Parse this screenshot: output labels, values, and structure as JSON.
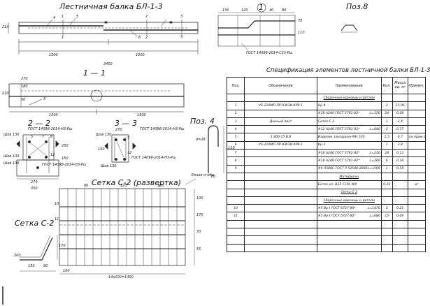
{
  "titles": {
    "beam": "Лестничная балка БЛ-1-3",
    "section_1_1": "1 — 1",
    "section_2_2": "2 — 2",
    "section_3_3": "3 — 3",
    "pos4": "Поз. 4",
    "pos8": "Поз.8",
    "callout_1": "1",
    "mesh_unfolded": "Сетка С-2 (развертка)",
    "mesh_c2": "Сетка С-2",
    "spec": "Спецификация элементов лестничной балки БЛ-1-3"
  },
  "beam_dims": {
    "left_span": "1500",
    "right_span": "1500",
    "total": "3400",
    "height": "210",
    "label_a": "1",
    "label_b": "1",
    "label_c": "2",
    "label_d": "2",
    "label_e": "3",
    "label_f": "3",
    "label_g": "4",
    "label_h": "5",
    "label_i": "6"
  },
  "section_1_1_dims": {
    "left": "1500",
    "right": "1500",
    "width": "270",
    "height": "210",
    "d1": "180",
    "d2": "50",
    "ref5": "5"
  },
  "callout_dims": {
    "d1": "130",
    "d2": "120",
    "d3": "40",
    "d4": "80",
    "d5": "70",
    "d6": "110",
    "gost": "ГОСТ 14098-2014-С23-Рш"
  },
  "section_2_2_dims": {
    "gost_top": "ГОСТ 14098-2014-Н3-Рш",
    "gost_bottom": "ГОСТ 14098-2014-Н3-Рш",
    "w1": "270",
    "w2": "350",
    "h1": "250",
    "h2": "150",
    "shov1": "Шов 130",
    "shov2": "Шов 130",
    "shov3": "Шов 130",
    "n5": "5",
    "n7": "7",
    "n8": "8",
    "n12": "12"
  },
  "section_3_3_dims": {
    "gost_top": "ГОСТ 14098-2014-Н3-Рш",
    "gost_bottom": "ГОСТ 14098-2014-Н3-Рш",
    "shov1": "Шов 130",
    "shov2": "Шов 130",
    "w1": "270",
    "h1": "150",
    "n7": "7",
    "n12": "12"
  },
  "pos4_dims": {
    "d": "d=28",
    "h": "1110",
    "w": "80"
  },
  "mesh_dims": {
    "total": "14х100=1400",
    "step": "100",
    "top1": "80",
    "top2": "120",
    "top3": "180",
    "right1": "100",
    "right2": "170",
    "right3": "70",
    "right4": "55",
    "note": "Линия сгиба",
    "n10": "10",
    "n11": "11"
  },
  "mesh_c2_dims": {
    "d1": "200",
    "d2": "150",
    "d3": "170",
    "d4": "90"
  },
  "spec": {
    "headers": [
      "Поз.",
      "Обозначение",
      "Наименование",
      "Кол.",
      "Масса ед. кг",
      "Примеч."
    ],
    "rows": [
      {
        "type": "section",
        "text": "Сборочные единицы и детали"
      },
      {
        "pos": "1",
        "oboz": "VS-210МП-ПР-КЖ3И-КР8-1",
        "naim": "Кр-4",
        "naim2": "",
        "kol": "2",
        "mass": "15,96",
        "prim": ""
      },
      {
        "pos": "2",
        "oboz": "",
        "naim": "#18 А240 ГОСТ 5781-82*",
        "naim2": "L=150",
        "kol": "24",
        "mass": "0,08",
        "prim": ""
      },
      {
        "pos": "3",
        "oboz": "Данный лист",
        "naim": "Сетка С-2",
        "naim2": "",
        "kol": "1",
        "mass": "2,4",
        "prim": ""
      },
      {
        "pos": "4",
        "oboz": "",
        "naim": "#12 А240 ГОСТ 5781-82*",
        "naim2": "L=840",
        "kol": "2",
        "mass": "0,77",
        "prim": ""
      },
      {
        "pos": "5",
        "oboz": "1.400-15 В.8",
        "naim": "Изделие закладное МН 530",
        "naim2": "",
        "kol": "1,5",
        "mass": "0,7",
        "prim": "см.прим.3"
      },
      {
        "pos": "6",
        "oboz": "VS-210МП-ПР-КЖ3И-КР8-1",
        "naim": "Кр-3",
        "naim2": "",
        "kol": "1",
        "mass": "3,8",
        "prim": ""
      },
      {
        "pos": "7",
        "oboz": "",
        "naim": "#18 А240 ГОСТ 5781-82*",
        "naim2": "L=210",
        "kol": "24",
        "mass": "0,13",
        "prim": ""
      },
      {
        "pos": "8",
        "oboz": "",
        "naim": "#18 А240 ГОСТ 5781-82*",
        "naim2": "L=260",
        "kol": "6",
        "mass": "0,16",
        "prim": ""
      },
      {
        "pos": "9",
        "oboz": "",
        "naim": "#8 А500С ГОСТ Р 52544-2006",
        "naim2": "L=1509",
        "kol": "1",
        "mass": "0,58",
        "prim": ""
      },
      {
        "type": "section",
        "text": "Материалы"
      },
      {
        "pos": "",
        "oboz": "",
        "naim": "Бетон кл. В25 F150 W4",
        "naim2": "",
        "kol": "0,20",
        "mass": "",
        "prim": "м³"
      },
      {
        "type": "section",
        "text": "Сетка С-2"
      },
      {
        "type": "section",
        "text": "Сборочные единицы и детали"
      },
      {
        "pos": "10",
        "oboz": "",
        "naim": "#5 Вр-I ГОСТ 6727-80*",
        "naim2": "L=1470",
        "kol": "5",
        "mass": "0,21",
        "prim": ""
      },
      {
        "pos": "11",
        "oboz": "",
        "naim": "#5 Вр-I ГОСТ 6727-80*",
        "naim2": "L=680",
        "kol": "15",
        "mass": "0,09",
        "prim": ""
      },
      {
        "pos": "",
        "oboz": "",
        "naim": "",
        "naim2": "",
        "kol": "",
        "mass": "",
        "prim": ""
      },
      {
        "pos": "",
        "oboz": "",
        "naim": "",
        "naim2": "",
        "kol": "",
        "mass": "",
        "prim": ""
      },
      {
        "pos": "",
        "oboz": "",
        "naim": "",
        "naim2": "",
        "kol": "",
        "mass": "",
        "prim": ""
      },
      {
        "pos": "",
        "oboz": "",
        "naim": "",
        "naim2": "",
        "kol": "",
        "mass": "",
        "prim": ""
      }
    ]
  }
}
